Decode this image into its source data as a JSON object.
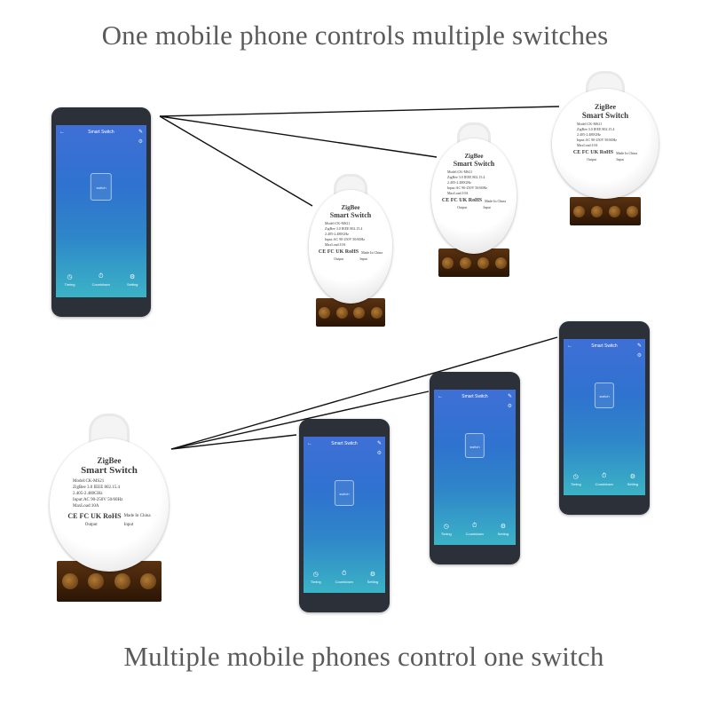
{
  "headline_top": "One mobile phone controls multiple switches",
  "headline_bottom": "Multiple mobile phones control one switch",
  "app": {
    "title": "Smart Switch",
    "tile_label": "switch",
    "tabs": [
      "Timing",
      "Countdown",
      "Setting"
    ]
  },
  "device": {
    "brand": "ZigBee",
    "model_name": "Smart Switch",
    "spec_lines": [
      "Model:CK-MS21",
      "ZigBee 3.0 IEEE 802.15.4",
      "2.405-2.480GHz",
      "Input:AC 90-250V 50/60Hz",
      "MaxLoad:10A"
    ],
    "cert_marks": "CE FC UK RoHS",
    "origin": "Made In China",
    "port_input": "Input",
    "port_output": "Output"
  },
  "colors": {
    "phone_frame": "#2c3038",
    "screen_top": "#3f6fd6",
    "screen_bottom": "#3bb3c6",
    "headline": "#5a5a5a",
    "connector": "#000000"
  },
  "icons": [
    "back-arrow-icon",
    "edit-pencil-icon",
    "gear-icon",
    "clock-icon",
    "timer-icon",
    "settings-icon"
  ]
}
